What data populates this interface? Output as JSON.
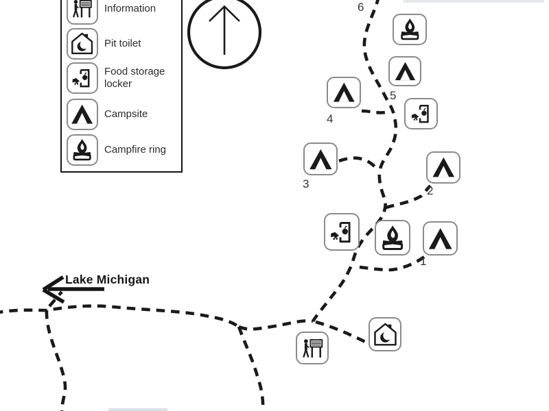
{
  "map": {
    "water_label": "Lake Michigan"
  },
  "legend": {
    "items": [
      {
        "icon": "information-icon",
        "label": "Information"
      },
      {
        "icon": "pit-toilet-icon",
        "label": "Pit toilet"
      },
      {
        "icon": "food-storage-locker-icon",
        "label": "Food storage locker"
      },
      {
        "icon": "campsite-icon",
        "label": "Campsite"
      },
      {
        "icon": "campfire-ring-icon",
        "label": "Campfire ring"
      }
    ]
  },
  "site_numbers": {
    "n1": "1",
    "n2": "2",
    "n3": "3",
    "n4": "4",
    "n5": "5",
    "n6": "6"
  },
  "map_markers": [
    {
      "type": "campfire-ring"
    },
    {
      "type": "campsite",
      "site_number": "5"
    },
    {
      "type": "campsite",
      "site_number": "4"
    },
    {
      "type": "food-storage-locker"
    },
    {
      "type": "campsite",
      "site_number": "3"
    },
    {
      "type": "campsite",
      "site_number": "2"
    },
    {
      "type": "food-storage-locker"
    },
    {
      "type": "campfire-ring"
    },
    {
      "type": "campsite",
      "site_number": "1"
    },
    {
      "type": "information"
    },
    {
      "type": "pit-toilet"
    }
  ],
  "colors": {
    "ink": "#1a1a1a",
    "icon_border": "#8a8a8a",
    "label_text": "#2b2b2b",
    "background": "#ffffff"
  }
}
